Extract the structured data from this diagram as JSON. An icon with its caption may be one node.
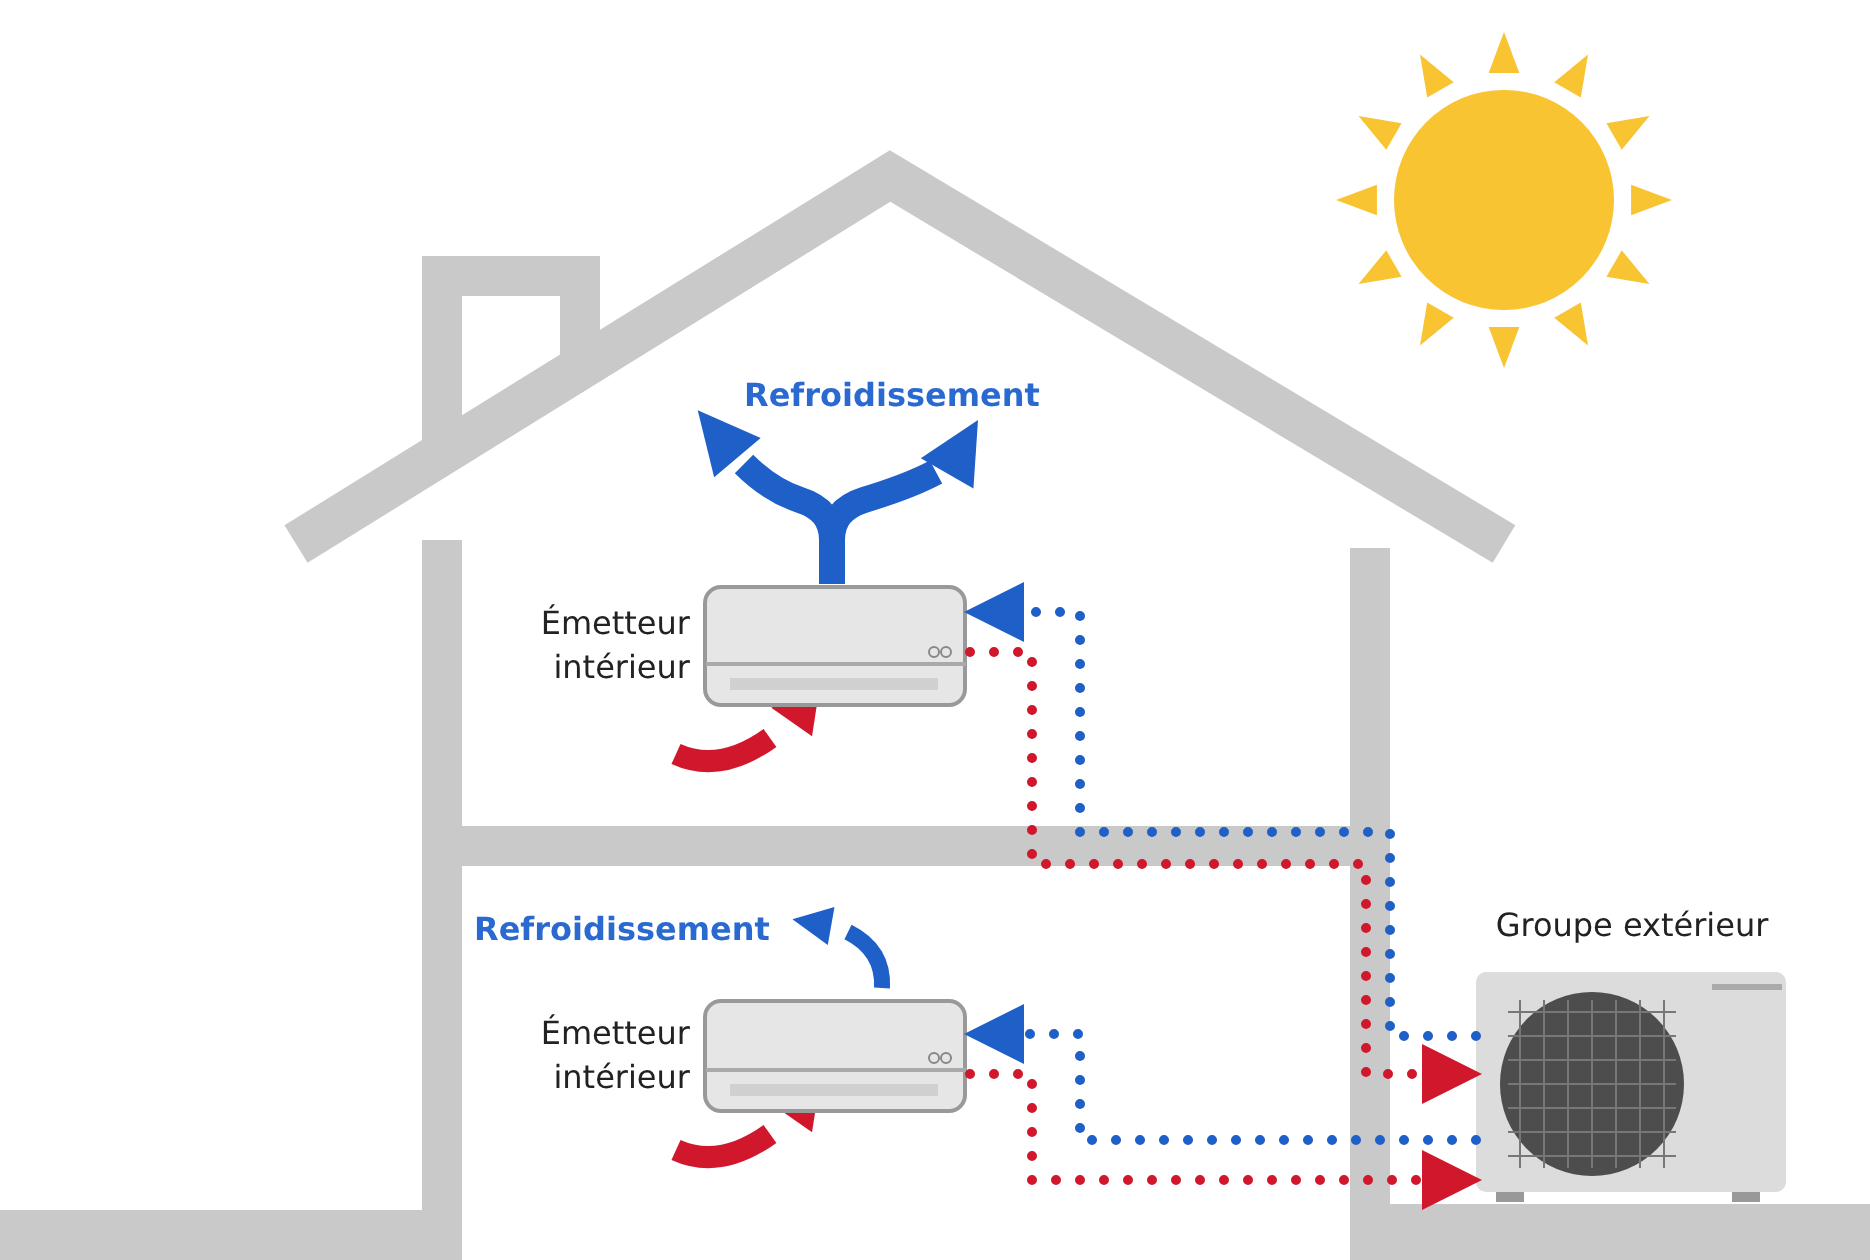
{
  "diagram": {
    "nodes": [
      {
        "text": [
          "Émetteur intérieur"
        ]
      },
      {
        "text": [
          "Émetteur intérieur"
        ]
      },
      {
        "text": [
          "Groupe extérieur"
        ]
      }
    ],
    "edges": [
      {
        "from": 2,
        "to": 0,
        "arrow": "to",
        "color": "#1f5fc8"
      },
      {
        "from": 0,
        "to": 2,
        "arrow": "to",
        "color": "#d0172c"
      },
      {
        "from": 2,
        "to": 1,
        "arrow": "to",
        "color": "#1f5fc8"
      },
      {
        "from": 1,
        "to": 2,
        "arrow": "to",
        "color": "#d0172c"
      }
    ],
    "labels": [
      "Refroidissement",
      "Refroidissement"
    ]
  }
}
